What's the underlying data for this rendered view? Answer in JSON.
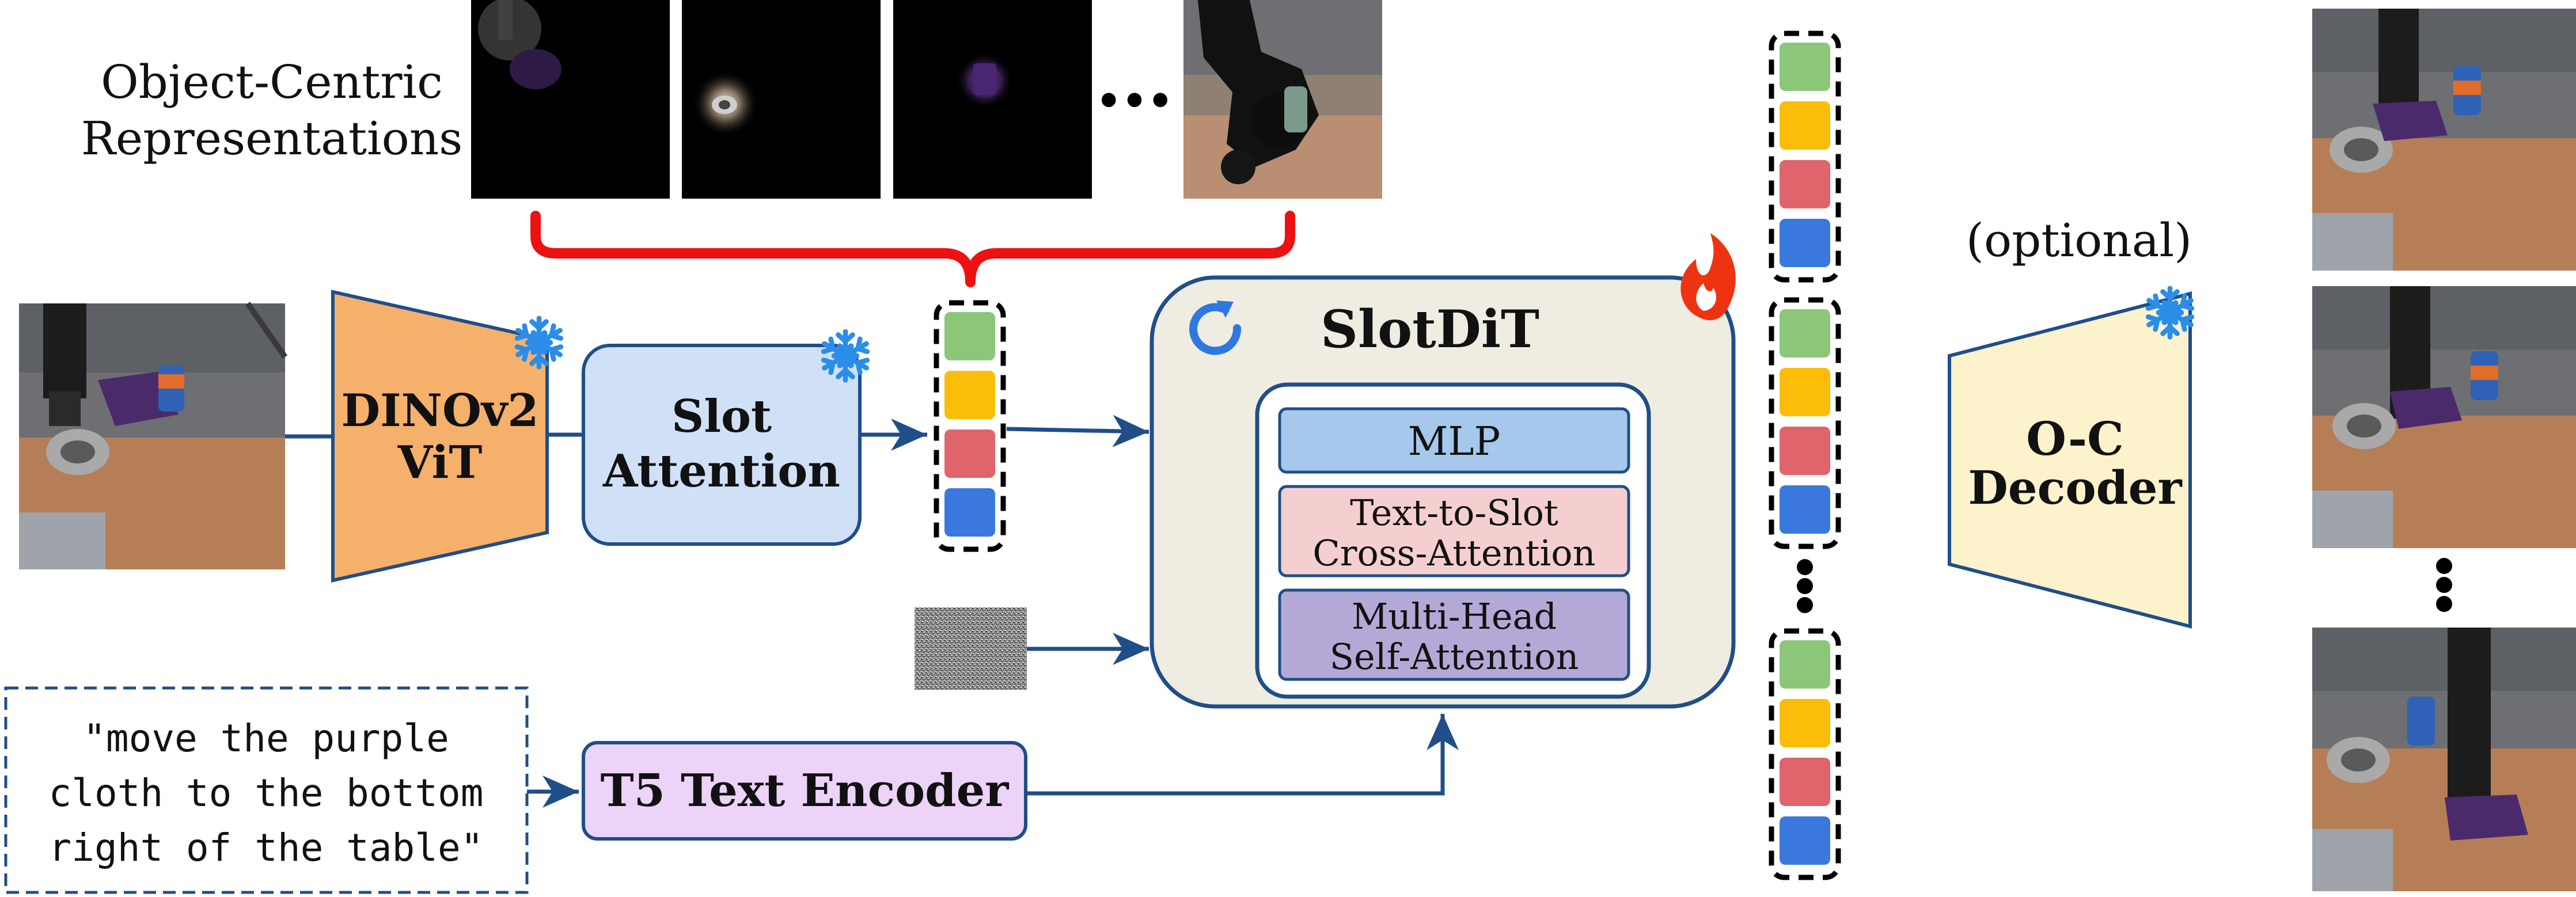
{
  "repr_label": [
    "Object-Centric",
    "Representations"
  ],
  "ellipsis": "•••",
  "encoder": {
    "line1": "DINOv2",
    "line2": "ViT",
    "frozen_icon": "snowflake-icon"
  },
  "slot_attention": {
    "line1": "Slot",
    "line2": "Attention",
    "frozen_icon": "snowflake-icon"
  },
  "slotdit": {
    "title": "SlotDiT",
    "loop_icon": "refresh-icon",
    "trainable_icon": "flame-icon",
    "blocks": {
      "mlp": "MLP",
      "cross_attn": [
        "Text-to-Slot",
        "Cross-Attention"
      ],
      "self_attn": [
        "Multi-Head",
        "Self-Attention"
      ]
    }
  },
  "prompt": [
    "\"move the purple",
    "cloth to the bottom",
    "right of the table\""
  ],
  "text_encoder": "T5 Text Encoder",
  "optional": "(optional)",
  "decoder": {
    "line1": "O-C",
    "line2": "Decoder",
    "frozen_icon": "snowflake-icon"
  },
  "colors": {
    "arrow": "#1f4e89",
    "slot_green": "#8cc779",
    "slot_yellow": "#fbbd08",
    "slot_red": "#e0646b",
    "slot_blue": "#3a78dd",
    "encoder_fill": "#f5b06b",
    "slot_attention_fill": "#cfe0f7",
    "slotdit_fill": "#efece2",
    "mlp_fill": "#a5c8ec",
    "cross_attn_fill": "#f5cfd0",
    "self_attn_fill": "#b4a9d6",
    "t5_fill": "#edd3f7",
    "decoder_fill": "#fcf2cc",
    "brace": "#ee1111",
    "snowflake": "#2b8de8",
    "flame": "#ee3311"
  }
}
